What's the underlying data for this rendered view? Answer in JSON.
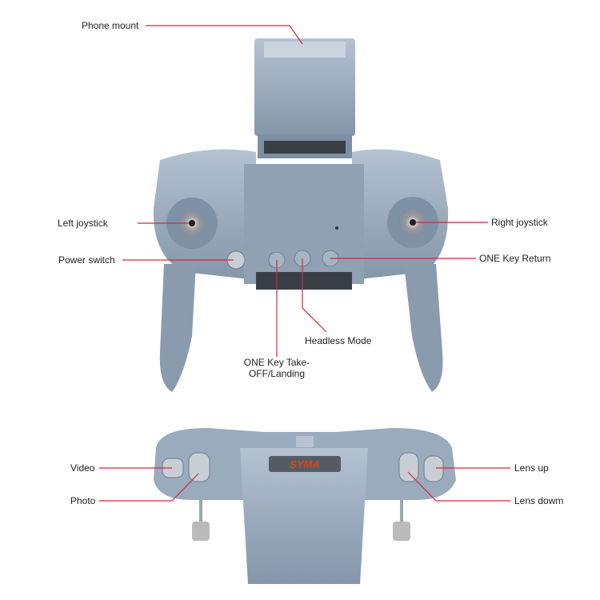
{
  "colors": {
    "body": "#8d9eb1",
    "body_light": "#a9b8c8",
    "body_dark": "#6d7e91",
    "callout": "#d6283a",
    "brand": "#e2401c"
  },
  "brand": "SYMA",
  "labels": {
    "phone_mount": "Phone mount",
    "left_joystick": "Left joystick",
    "power_switch": "Power switch",
    "right_joystick": "Right joystick",
    "one_key_return": "ONE Key Return",
    "headless_mode": "Headless Mode",
    "takeoff_line1": "ONE Key Take-",
    "takeoff_line2": "OFF/Landing",
    "video": "Video",
    "photo": "Photo",
    "lens_up": "Lens up",
    "lens_down": "Lens dowm"
  }
}
